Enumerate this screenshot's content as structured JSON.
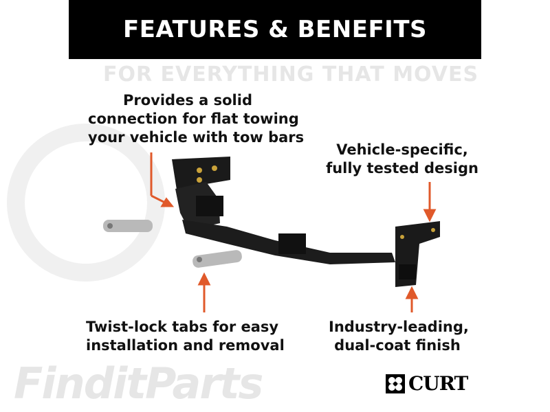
{
  "header": {
    "title": "FEATURES & BENEFITS"
  },
  "watermark": {
    "brand": "FinditParts",
    "tagline": "FOR EVERYTHING THAT MOVES"
  },
  "callouts": [
    {
      "lines": [
        "Provides a solid",
        "connection for flat towing",
        "your vehicle with tow bars"
      ]
    },
    {
      "lines": [
        "Vehicle-specific,",
        "fully tested design"
      ]
    },
    {
      "lines": [
        "Twist-lock tabs for easy",
        "installation and removal"
      ]
    },
    {
      "lines": [
        "Industry-leading,",
        "dual-coat finish"
      ]
    }
  ],
  "colors": {
    "arrow": "#e0592a",
    "banner": "#000000"
  },
  "logo": {
    "text": "CURT"
  }
}
